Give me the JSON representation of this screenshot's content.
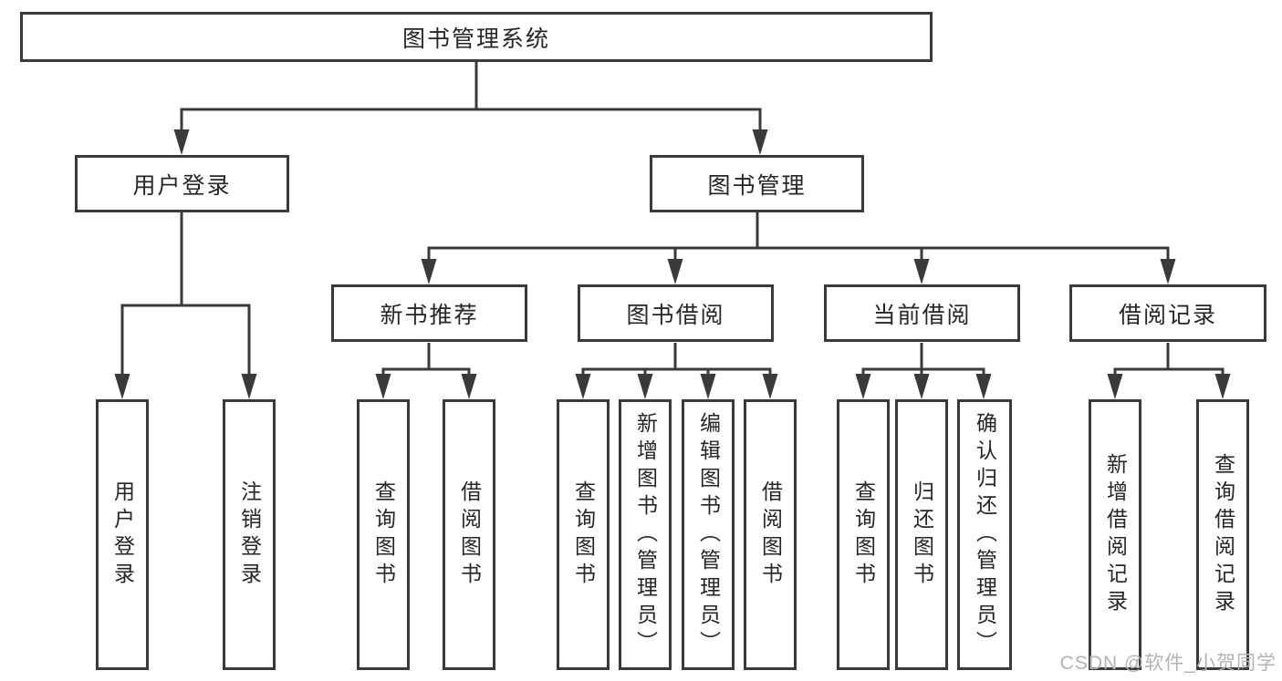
{
  "colors": {
    "line": "#3a3a3a",
    "box_border": "#3a3a3a",
    "text": "#262626",
    "background": "#ffffff",
    "watermark": "#b3b3b3"
  },
  "tree": {
    "root": {
      "label": "图书管理系统",
      "children": [
        {
          "label": "用户登录",
          "children": [
            {
              "label": "用户登录"
            },
            {
              "label": "注销登录"
            }
          ]
        },
        {
          "label": "图书管理",
          "children": [
            {
              "label": "新书推荐",
              "children": [
                {
                  "label": "查询图书"
                },
                {
                  "label": "借阅图书"
                }
              ]
            },
            {
              "label": "图书借阅",
              "children": [
                {
                  "label": "查询图书"
                },
                {
                  "label": "新增图书（管理员）"
                },
                {
                  "label": "编辑图书（管理员）"
                },
                {
                  "label": "借阅图书"
                }
              ]
            },
            {
              "label": "当前借阅",
              "children": [
                {
                  "label": "查询图书"
                },
                {
                  "label": "归还图书"
                },
                {
                  "label": "确认归还（管理员）"
                }
              ]
            },
            {
              "label": "借阅记录",
              "children": [
                {
                  "label": "新增借阅记录"
                },
                {
                  "label": "查询借阅记录"
                }
              ]
            }
          ]
        }
      ]
    }
  },
  "watermark": {
    "text": "CSDN @软件_小贺同学"
  }
}
